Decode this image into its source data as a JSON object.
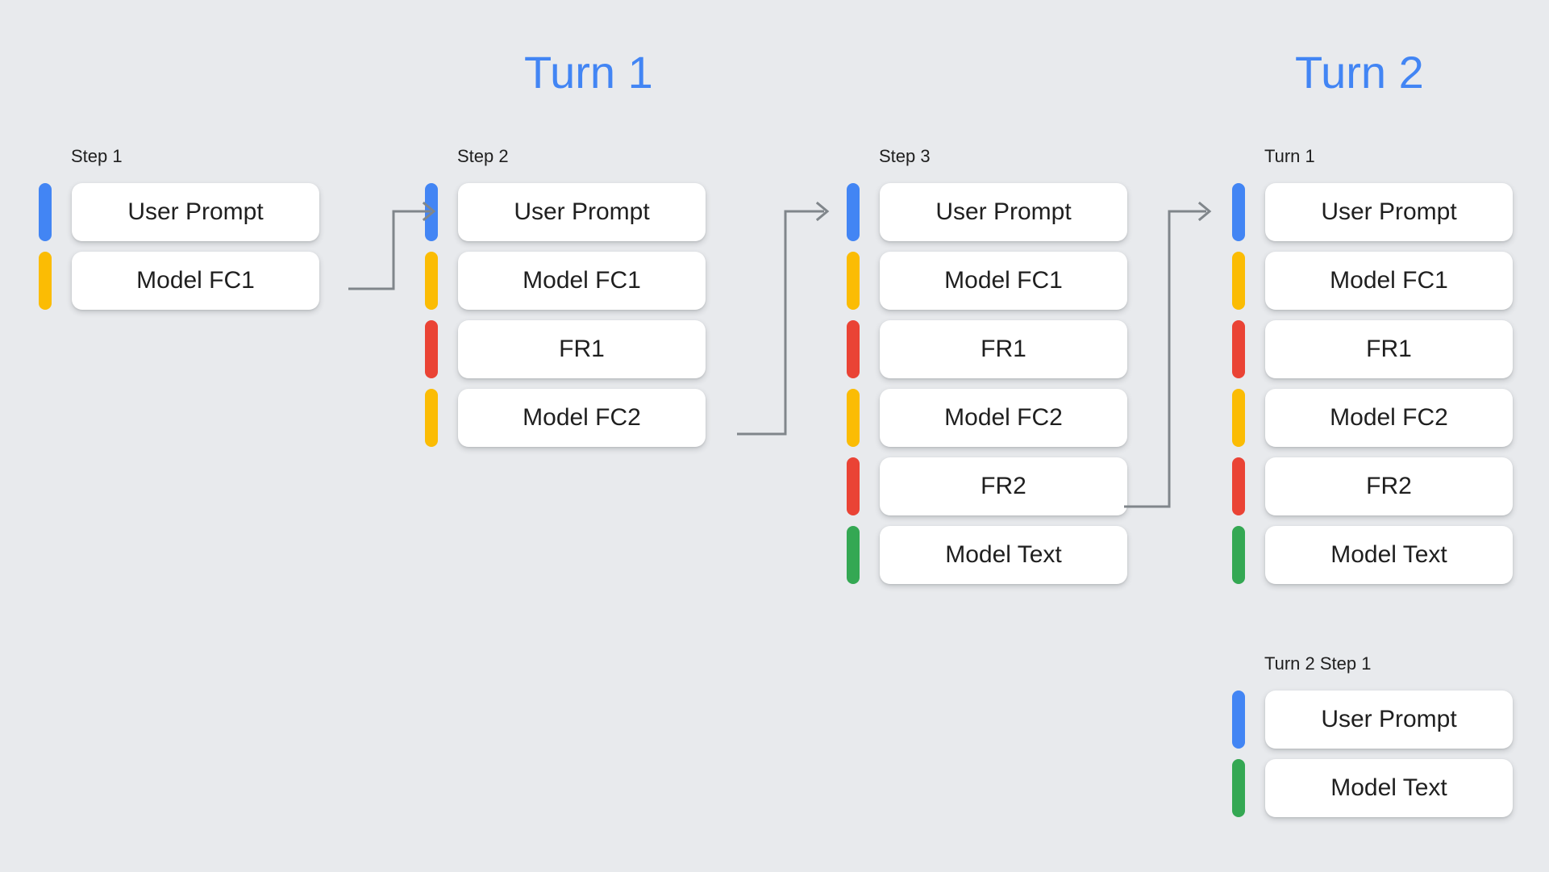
{
  "titles": {
    "turn_1": "Turn 1",
    "turn_2": "Turn 2"
  },
  "colors": {
    "background": "#E8EAED",
    "title_blue": "#4285F4",
    "card_background": "#FFFFFF",
    "text": "#1F1F1F",
    "connector": "#80868B",
    "bar_blue": "#4285F4",
    "bar_yellow": "#FBBC04",
    "bar_red": "#EA4335",
    "bar_green": "#34A853"
  },
  "columns": [
    {
      "id": "step-1",
      "label": "Step 1",
      "rows": [
        {
          "color": "blue",
          "label": "User Prompt"
        },
        {
          "color": "yellow",
          "label": "Model FC1"
        }
      ]
    },
    {
      "id": "step-2",
      "label": "Step 2",
      "rows": [
        {
          "color": "blue",
          "label": "User Prompt"
        },
        {
          "color": "yellow",
          "label": "Model FC1"
        },
        {
          "color": "red",
          "label": "FR1"
        },
        {
          "color": "yellow",
          "label": "Model FC2"
        }
      ]
    },
    {
      "id": "step-3",
      "label": "Step 3",
      "rows": [
        {
          "color": "blue",
          "label": "User Prompt"
        },
        {
          "color": "yellow",
          "label": "Model FC1"
        },
        {
          "color": "red",
          "label": "FR1"
        },
        {
          "color": "yellow",
          "label": "Model FC2"
        },
        {
          "color": "red",
          "label": "FR2"
        },
        {
          "color": "green",
          "label": "Model Text"
        }
      ]
    },
    {
      "id": "turn-1",
      "label": "Turn 1",
      "rows": [
        {
          "color": "blue",
          "label": "User Prompt"
        },
        {
          "color": "yellow",
          "label": "Model FC1"
        },
        {
          "color": "red",
          "label": "FR1"
        },
        {
          "color": "yellow",
          "label": "Model FC2"
        },
        {
          "color": "red",
          "label": "FR2"
        },
        {
          "color": "green",
          "label": "Model Text"
        }
      ]
    },
    {
      "id": "turn-2-step-1",
      "label": "Turn 2 Step 1",
      "rows": [
        {
          "color": "blue",
          "label": "User Prompt"
        },
        {
          "color": "green",
          "label": "Model Text"
        }
      ]
    }
  ],
  "connectors": [
    {
      "id": "step-1-to-step-2",
      "from": "step-1 / Model FC1",
      "to": "step-2 / User Prompt"
    },
    {
      "id": "step-2-to-step-3",
      "from": "step-2 / Model FC2",
      "to": "step-3 / User Prompt"
    },
    {
      "id": "step-3-to-turn-1",
      "from": "step-3 / FR2",
      "to": "turn-1 / User Prompt"
    }
  ]
}
